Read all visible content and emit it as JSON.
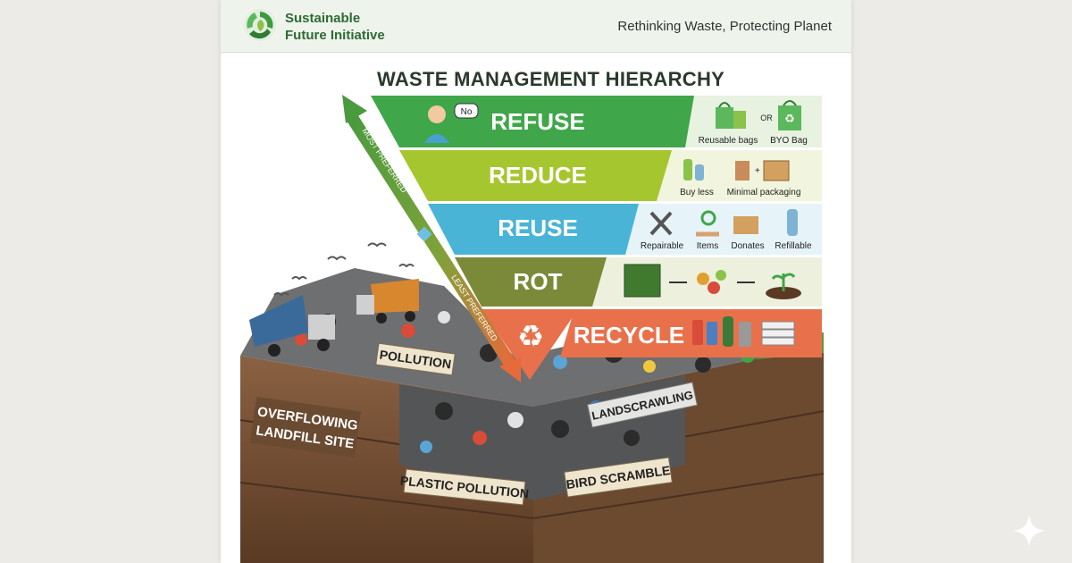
{
  "header": {
    "brand_line1": "Sustainable",
    "brand_line2": "Future Initiative",
    "tagline": "Rethinking Waste, Protecting Planet",
    "logo_icon": "recycle-leaf-logo-icon"
  },
  "title": "WASTE MANAGEMENT HIERARCHY",
  "arrow": {
    "top_label": "MOST PREFERRED",
    "bottom_label": "LEAST PREFERRED"
  },
  "tiers": [
    {
      "label": "REFUSE",
      "color": "#3fa64a",
      "icons": [
        "person-saying-no-icon",
        "reusable-bag-icon",
        "byo-bag-icon"
      ],
      "speech": "No",
      "or": "OR",
      "captions": [
        "Reusable bags",
        "BYO Bag"
      ]
    },
    {
      "label": "REDUCE",
      "color": "#a6c62f",
      "icons": [
        "bottles-icon",
        "bag-icon",
        "box-icon"
      ],
      "plus": "+",
      "captions": [
        "Buy less",
        "Minimal packaging"
      ]
    },
    {
      "label": "REUSE",
      "color": "#4ab4d6",
      "icons": [
        "tools-icon",
        "hand-gear-icon",
        "donation-box-icon",
        "refillable-bottle-icon"
      ],
      "captions": [
        "Repairable",
        "Items",
        "Donates",
        "Refillable"
      ]
    },
    {
      "label": "ROT",
      "color": "#7a8a38",
      "icons": [
        "compost-bin-icon",
        "food-scraps-icon",
        "soil-sprout-icon"
      ],
      "captions": []
    },
    {
      "label": "RECYCLE",
      "color": "#e8714b",
      "icons": [
        "recycle-icon",
        "can-icon",
        "bottle-icon",
        "paper-stack-icon"
      ],
      "captions": []
    }
  ],
  "landfill_labels": {
    "pollution": "POLLUTION",
    "overflowing_1": "OVERFLOWING",
    "overflowing_2": "LANDFILL SITE",
    "plastic": "PLASTIC POLLUTION",
    "landscrawling": "LANDSCRAWLING",
    "bird": "BIRD SCRAMBLE"
  },
  "colors": {
    "brand_green": "#2e6b33",
    "arrow_green": "#4a9a3e",
    "arrow_orange": "#e66a3a",
    "soil": "#7a5236"
  }
}
